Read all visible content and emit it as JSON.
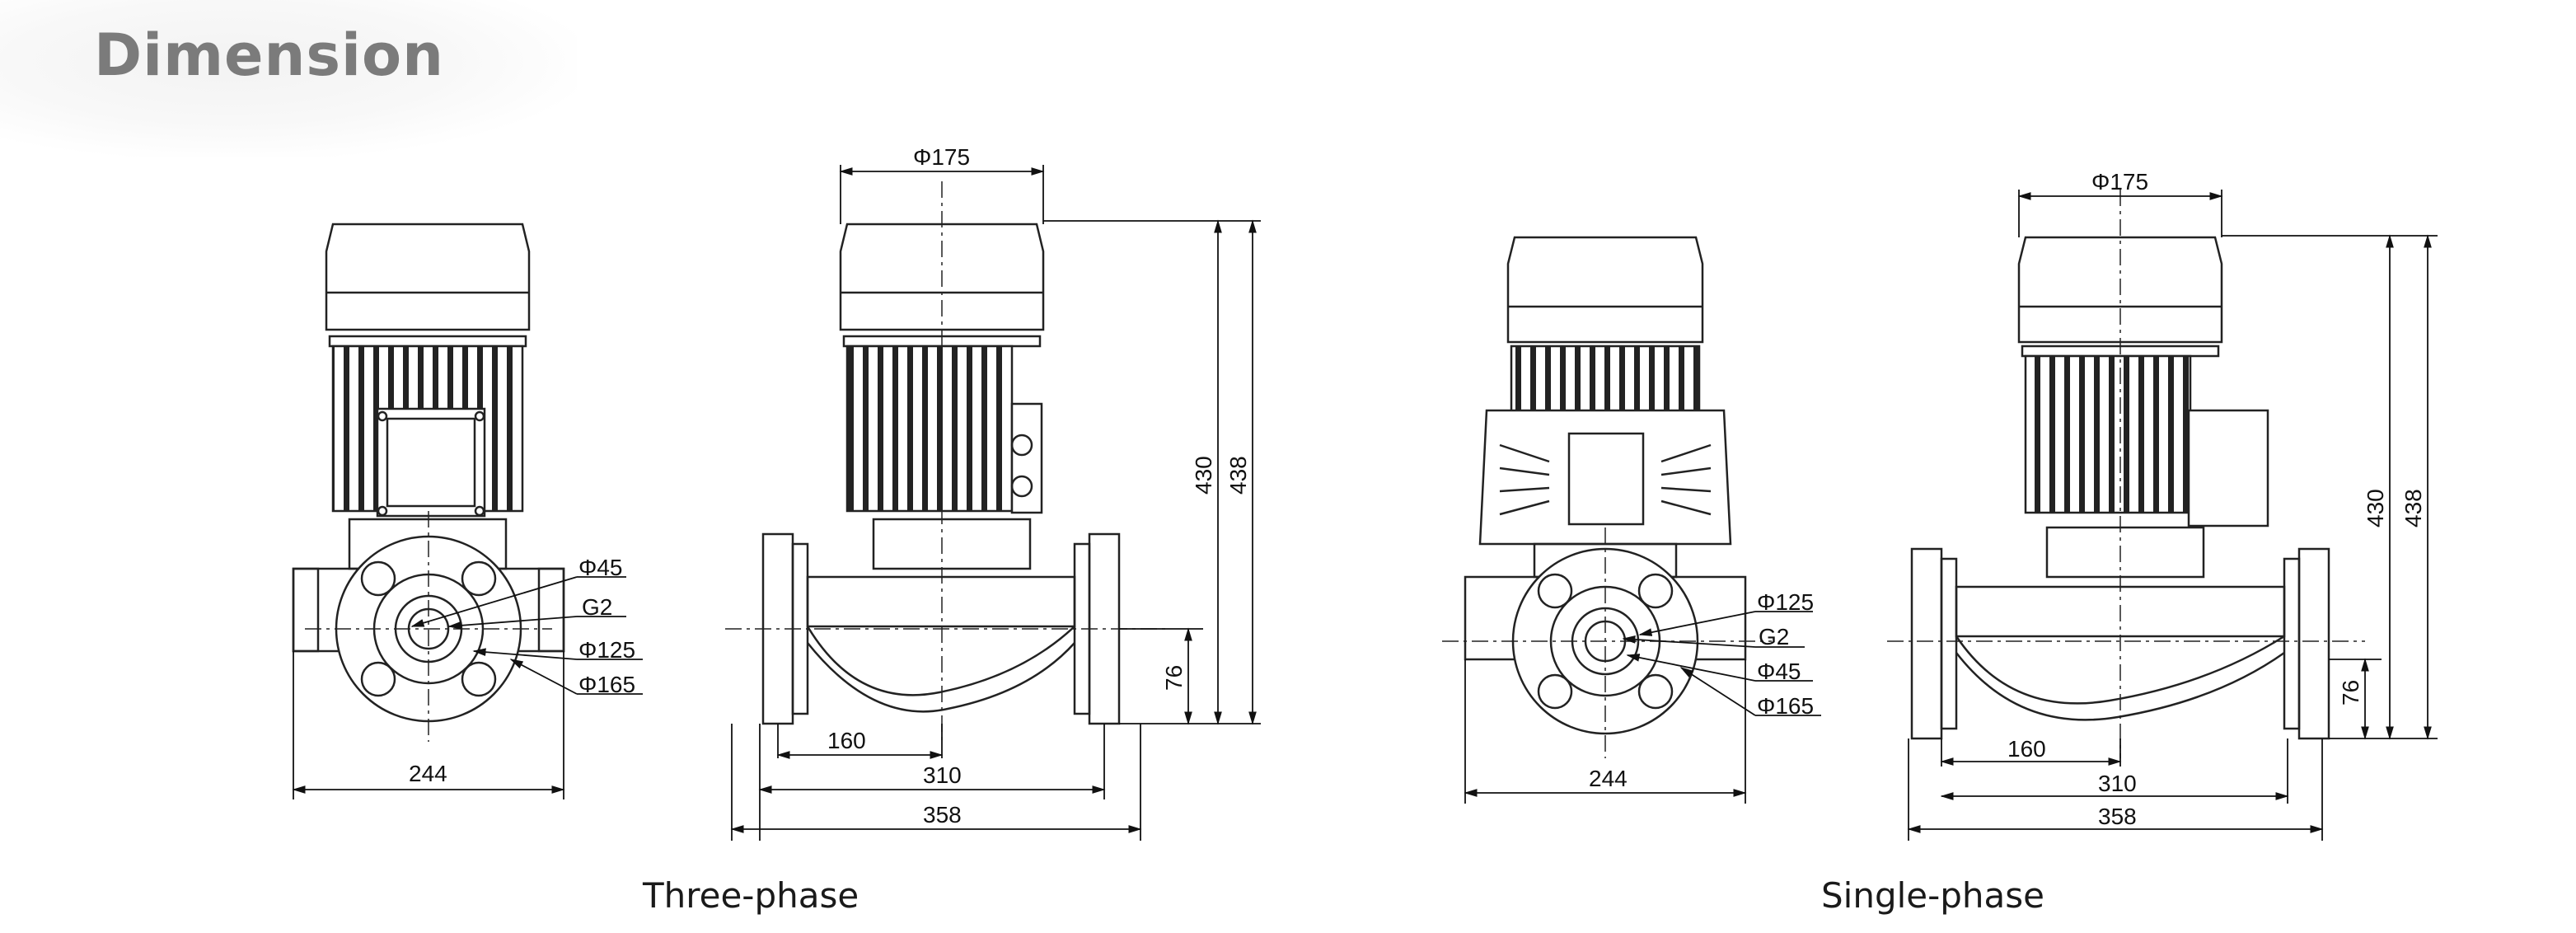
{
  "title": "Dimension",
  "three_phase": {
    "caption": "Three-phase",
    "front": {
      "d1": "Φ45",
      "d2": "G2",
      "d3": "Φ125",
      "d4": "Φ165",
      "w": "244"
    },
    "side": {
      "top": "Φ175",
      "h1": "430",
      "h2": "438",
      "base": "76",
      "w1": "160",
      "w2": "310",
      "w3": "358"
    }
  },
  "single_phase": {
    "caption": "Single-phase",
    "front": {
      "d1": "Φ125",
      "d2": "G2",
      "d3": "Φ45",
      "d4": "Φ165",
      "w": "244"
    },
    "side": {
      "top": "Φ175",
      "h1": "430",
      "h2": "438",
      "base": "76",
      "w1": "160",
      "w2": "310",
      "w3": "358"
    }
  }
}
